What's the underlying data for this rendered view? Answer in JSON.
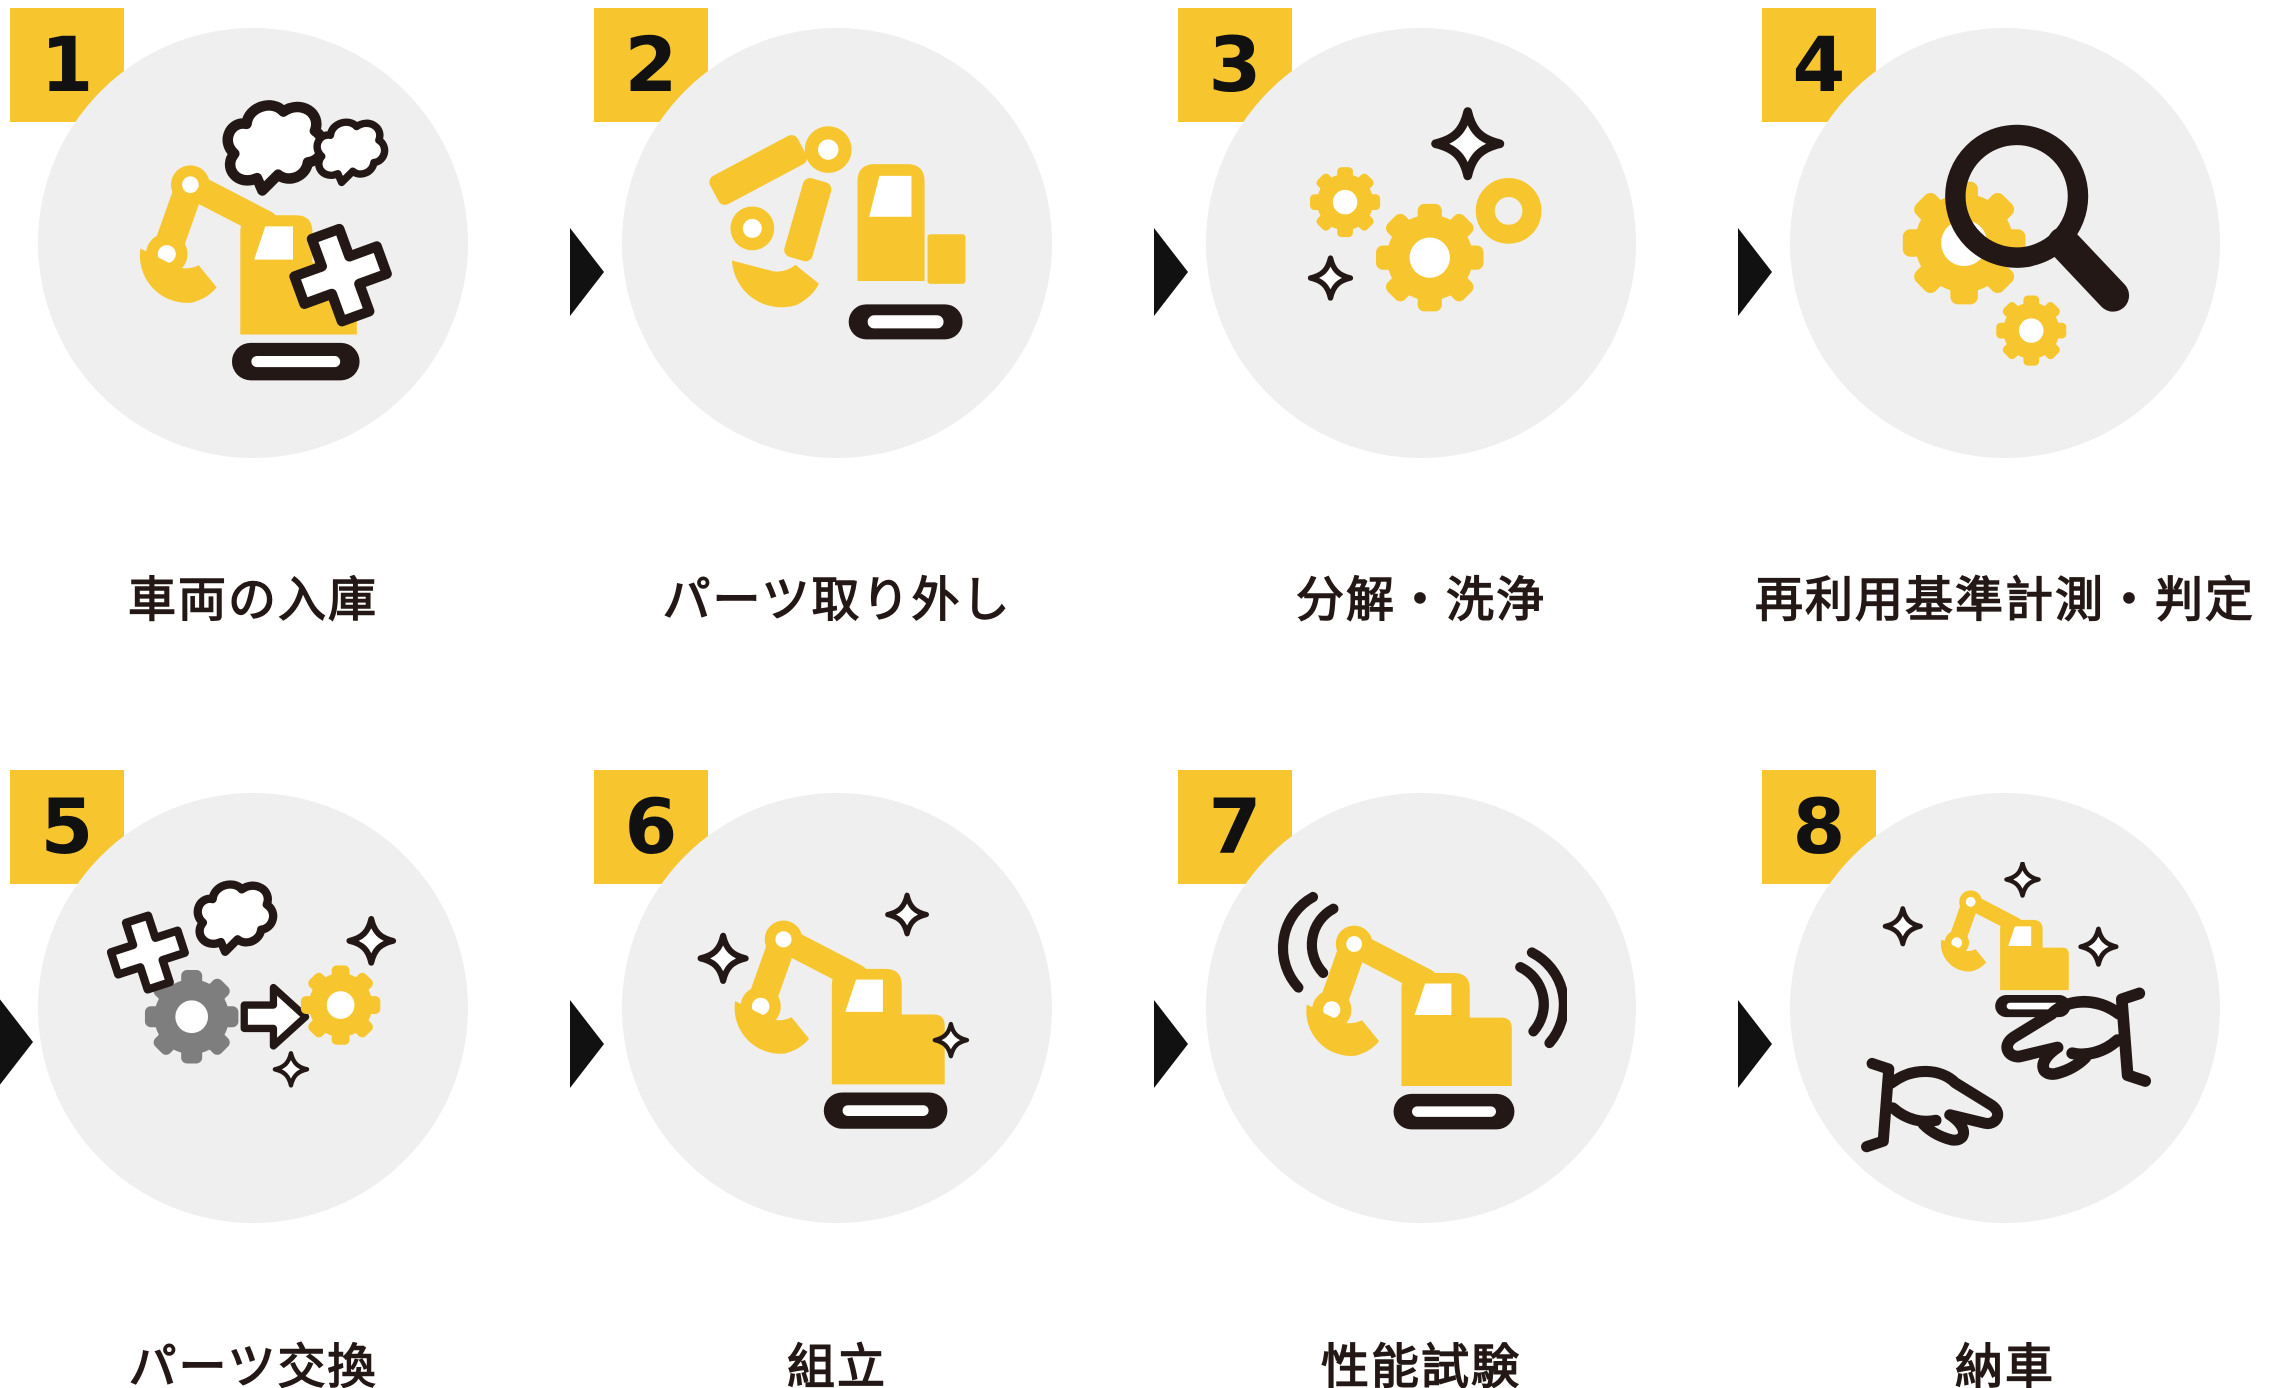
{
  "diagram": {
    "kind": "process-flow",
    "rows": 2,
    "columns": 4,
    "arrow_color": "#111111"
  },
  "colors": {
    "badge_yellow": "#F7C62F",
    "icon_yellow": "#F7C62F",
    "circle_gray": "#EFEFEF",
    "text_dark": "#231815",
    "old_part_gray": "#7E7E7E",
    "background": "#FFFFFF"
  },
  "steps": [
    {
      "number": "1",
      "label": "車両の入庫",
      "icon": "excavator-arrival-icon"
    },
    {
      "number": "2",
      "label": "パーツ取り外し",
      "icon": "disassembled-parts-icon"
    },
    {
      "number": "3",
      "label": "分解・洗浄",
      "icon": "gears-cleaning-icon"
    },
    {
      "number": "4",
      "label": "再利用基準計測・判定",
      "icon": "magnifier-gears-icon"
    },
    {
      "number": "5",
      "label": "パーツ交換",
      "icon": "part-replacement-icon"
    },
    {
      "number": "6",
      "label": "組立",
      "icon": "assembled-excavator-icon"
    },
    {
      "number": "7",
      "label": "性能試験",
      "icon": "vibration-test-icon"
    },
    {
      "number": "8",
      "label": "納車",
      "icon": "handover-hands-icon"
    }
  ]
}
